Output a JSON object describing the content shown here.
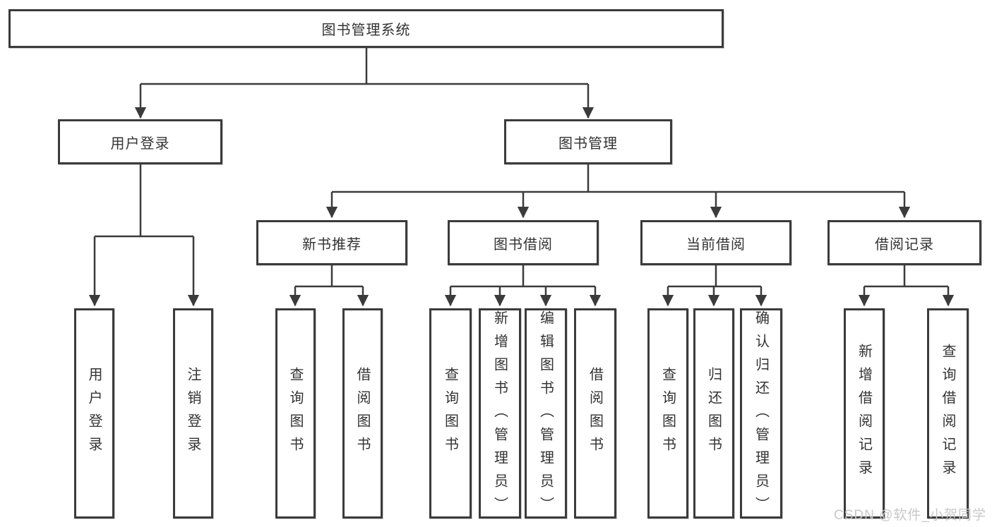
{
  "diagram": {
    "type": "hierarchy-tree",
    "orientation": "top-down"
  },
  "tree": {
    "label": "图书管理系统",
    "children": [
      {
        "label": "用户登录",
        "children": [
          {
            "label": "用户登录"
          },
          {
            "label": "注销登录"
          }
        ]
      },
      {
        "label": "图书管理",
        "children": [
          {
            "label": "新书推荐",
            "children": [
              {
                "label": "查询图书"
              },
              {
                "label": "借阅图书"
              }
            ]
          },
          {
            "label": "图书借阅",
            "children": [
              {
                "label": "查询图书"
              },
              {
                "label": "新增图书（管理员）"
              },
              {
                "label": "编辑图书（管理员）"
              },
              {
                "label": "借阅图书"
              }
            ]
          },
          {
            "label": "当前借阅",
            "children": [
              {
                "label": "查询图书"
              },
              {
                "label": "归还图书"
              },
              {
                "label": "确认归还（管理员）"
              }
            ]
          },
          {
            "label": "借阅记录",
            "children": [
              {
                "label": "新增借阅记录"
              },
              {
                "label": "查询借阅记录"
              }
            ]
          }
        ]
      }
    ]
  },
  "watermark": {
    "text": "CSDN @软件_小贺同学",
    "color": "#c8c8c8"
  },
  "colors": {
    "line": "#3b3b3b",
    "box_border": "#3b3b3b",
    "box_background": "#ffffff",
    "text": "#333333",
    "page_background": "#ffffff"
  }
}
